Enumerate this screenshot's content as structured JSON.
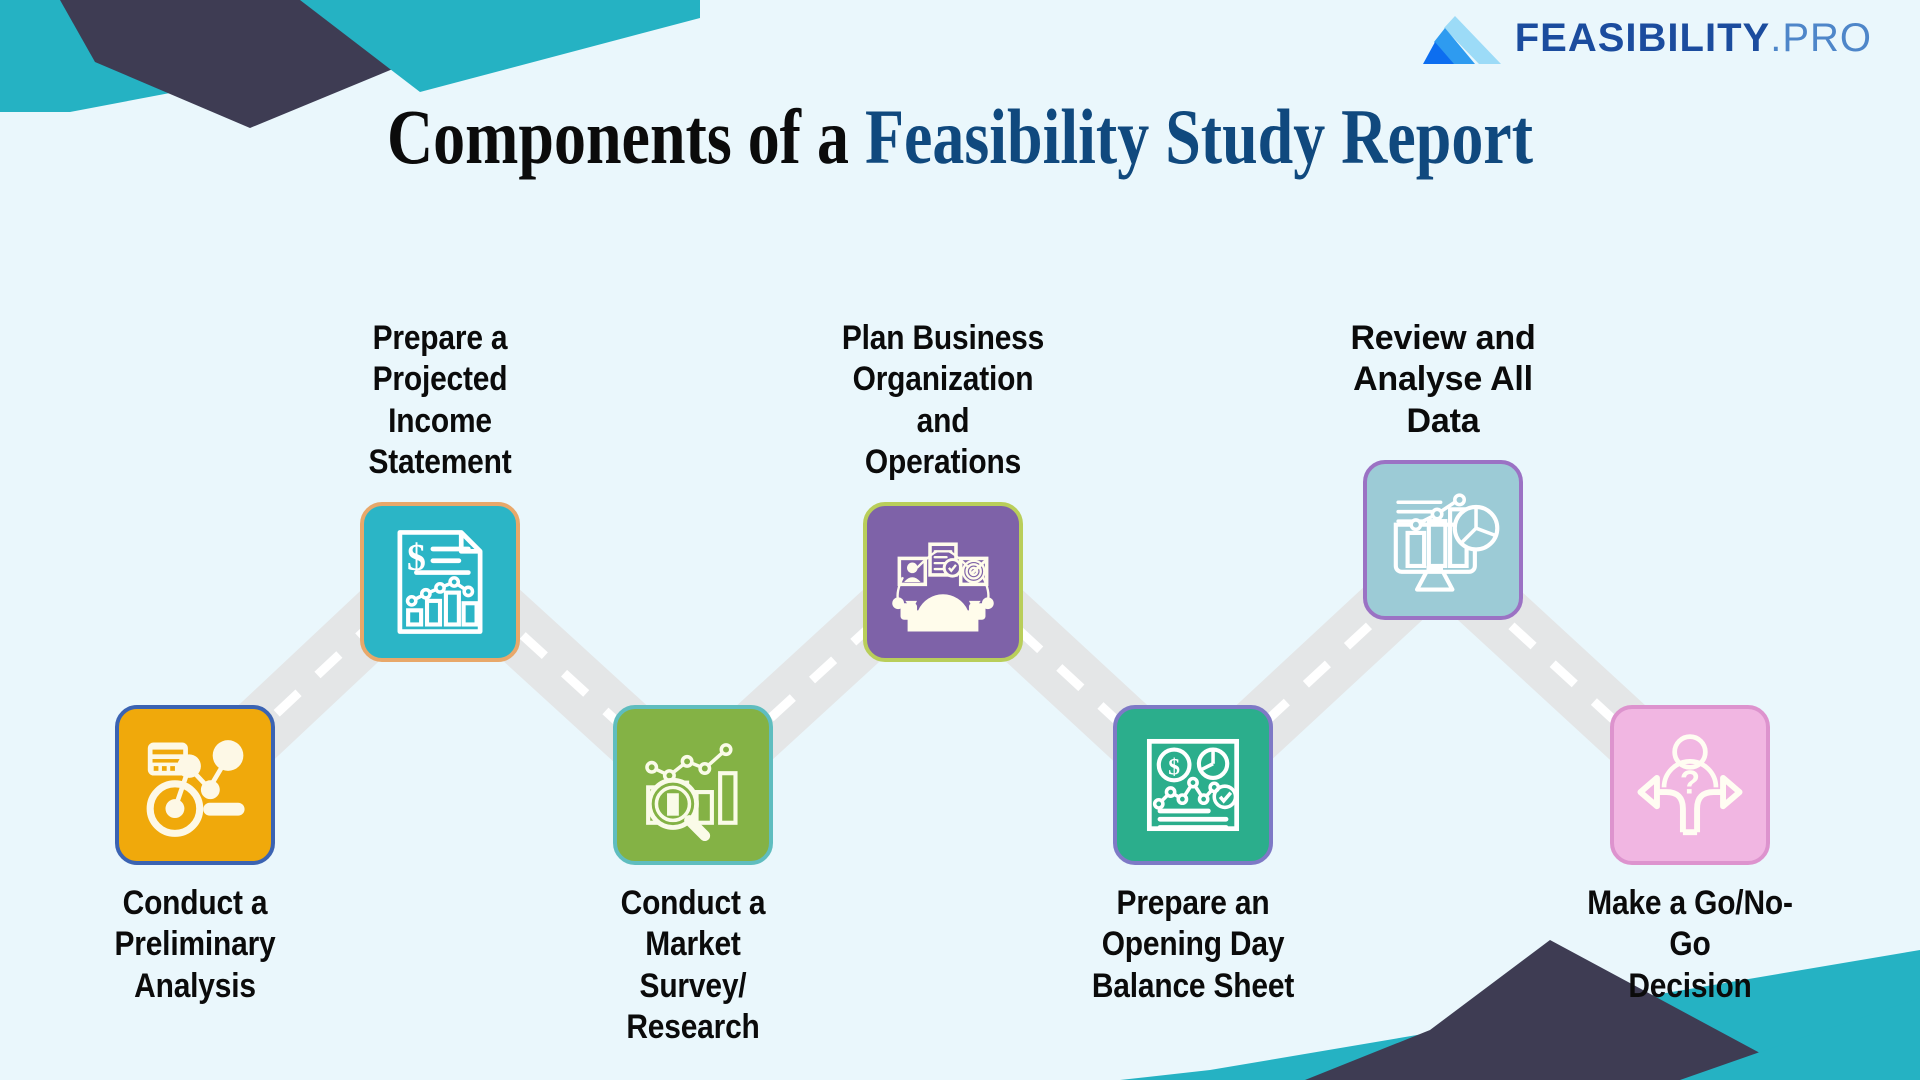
{
  "background_color": "#EAF7FC",
  "logo": {
    "brand_bold": "FEASIBILITY",
    "brand_light": ".PRO",
    "mark_name": "mountain-logo-icon",
    "colors": {
      "bold": "#1B4C9E",
      "light": "#4E86C9",
      "mark_dark": "#0D6EF0",
      "mark_mid": "#2E9BF0",
      "mark_light": "#9CDBF7"
    }
  },
  "title": {
    "part_black": "Components of a ",
    "part_blue": "Feasibility Study Report",
    "color_black": "#0B0B0B",
    "color_blue": "#10497E"
  },
  "decor": {
    "teal": "#25B2C3",
    "navy": "#3E3C53"
  },
  "connector": {
    "band_color": "#E4E6E7",
    "dash_color": "#FFFFFF"
  },
  "steps": [
    {
      "id": "step-1",
      "row": "bottom",
      "label": "Conduct a Preliminary Analysis",
      "label_lines": [
        "Conduct a",
        "Preliminary",
        "Analysis"
      ],
      "icon_name": "data-analysis-magnifier-icon",
      "tile_color": "#F0A90B",
      "border_color": "#3B63B2",
      "glyph_color": "#FDF8E6"
    },
    {
      "id": "step-2",
      "row": "top",
      "label": "Prepare a Projected Income Statement",
      "label_lines": [
        "Prepare a",
        "Projected Income",
        "Statement"
      ],
      "icon_name": "financial-report-document-icon",
      "tile_color": "#2BB5C6",
      "border_color": "#E8A86A",
      "glyph_color": "#FFFFFF"
    },
    {
      "id": "step-3",
      "row": "bottom",
      "label": "Conduct a Market Survey/ Research",
      "label_lines": [
        "Conduct a Market",
        "Survey/ Research"
      ],
      "icon_name": "market-research-chart-magnifier-icon",
      "tile_color": "#84B245",
      "border_color": "#5FBDBF",
      "glyph_color": "#FAFBE8"
    },
    {
      "id": "step-4",
      "row": "top",
      "label": "Plan Business Organization and Operations",
      "label_lines": [
        "Plan Business",
        "Organization and",
        "Operations"
      ],
      "icon_name": "business-operations-gear-icon",
      "tile_color": "#7E62A8",
      "border_color": "#B9CE5A",
      "glyph_color": "#FFFCEB"
    },
    {
      "id": "step-5",
      "row": "bottom",
      "label": "Prepare an Opening Day Balance Sheet",
      "label_lines": [
        "Prepare an",
        "Opening Day",
        "Balance Sheet"
      ],
      "icon_name": "balance-sheet-icon",
      "tile_color": "#2BAE8C",
      "border_color": "#7E79C6",
      "glyph_color": "#FFFFFF"
    },
    {
      "id": "step-6",
      "row": "top",
      "label": "Review and Analyse All Data",
      "label_lines": [
        "Review and",
        "Analyse All Data"
      ],
      "icon_name": "dashboard-monitor-analytics-icon",
      "tile_color": "#9CCBD6",
      "border_color": "#9B72C4",
      "glyph_color": "#FFFFFF"
    },
    {
      "id": "step-7",
      "row": "bottom",
      "label": "Make a Go/No-Go Decision",
      "label_lines": [
        "Make a Go/No-Go",
        "Decision"
      ],
      "icon_name": "decision-branching-arrows-icon",
      "tile_color": "#F1B6E2",
      "border_color": "#DD93CE",
      "glyph_color": "#FFFDF2"
    }
  ]
}
